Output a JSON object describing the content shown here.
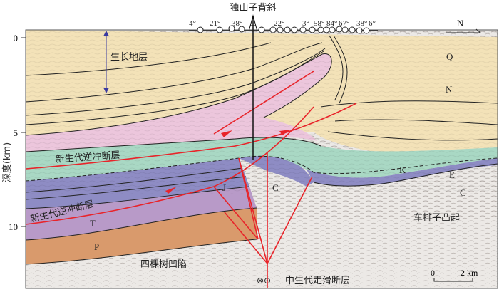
{
  "title": "独山子背斜",
  "axis": {
    "label": "深度(km)",
    "ticks": [
      "0",
      "5",
      "10"
    ]
  },
  "dips": [
    "4°",
    "21°",
    "38°",
    "22°",
    "3°",
    "58°",
    "84°",
    "67°",
    "38°",
    "6°"
  ],
  "north_label": "N",
  "layers": {
    "Q": "Q",
    "N": "N",
    "E": "E",
    "K": "K",
    "C_right": "C",
    "C_core": "C",
    "J": "J",
    "T": "T",
    "P": "P"
  },
  "annotations": {
    "growth_strata": "生长地层",
    "thrust_upper": "新生代逆冲断层",
    "thrust_lower": "新生代逆冲断层",
    "sag": "四棵树凹陷",
    "uplift": "车排子凸起",
    "strike_slip": "中生代走滑断层",
    "strike_slip_symbols": "⊗⊙"
  },
  "scale": {
    "start": "0",
    "end": "2 km"
  },
  "colors": {
    "yellow": "#f3e2b8",
    "pink": "#ecc6dc",
    "green": "#a9d8c4",
    "blue": "#8e8cc4",
    "purple": "#b89ac8",
    "orange": "#d99a6c",
    "basement": "#ece9e6",
    "fault": "#e8242a"
  }
}
